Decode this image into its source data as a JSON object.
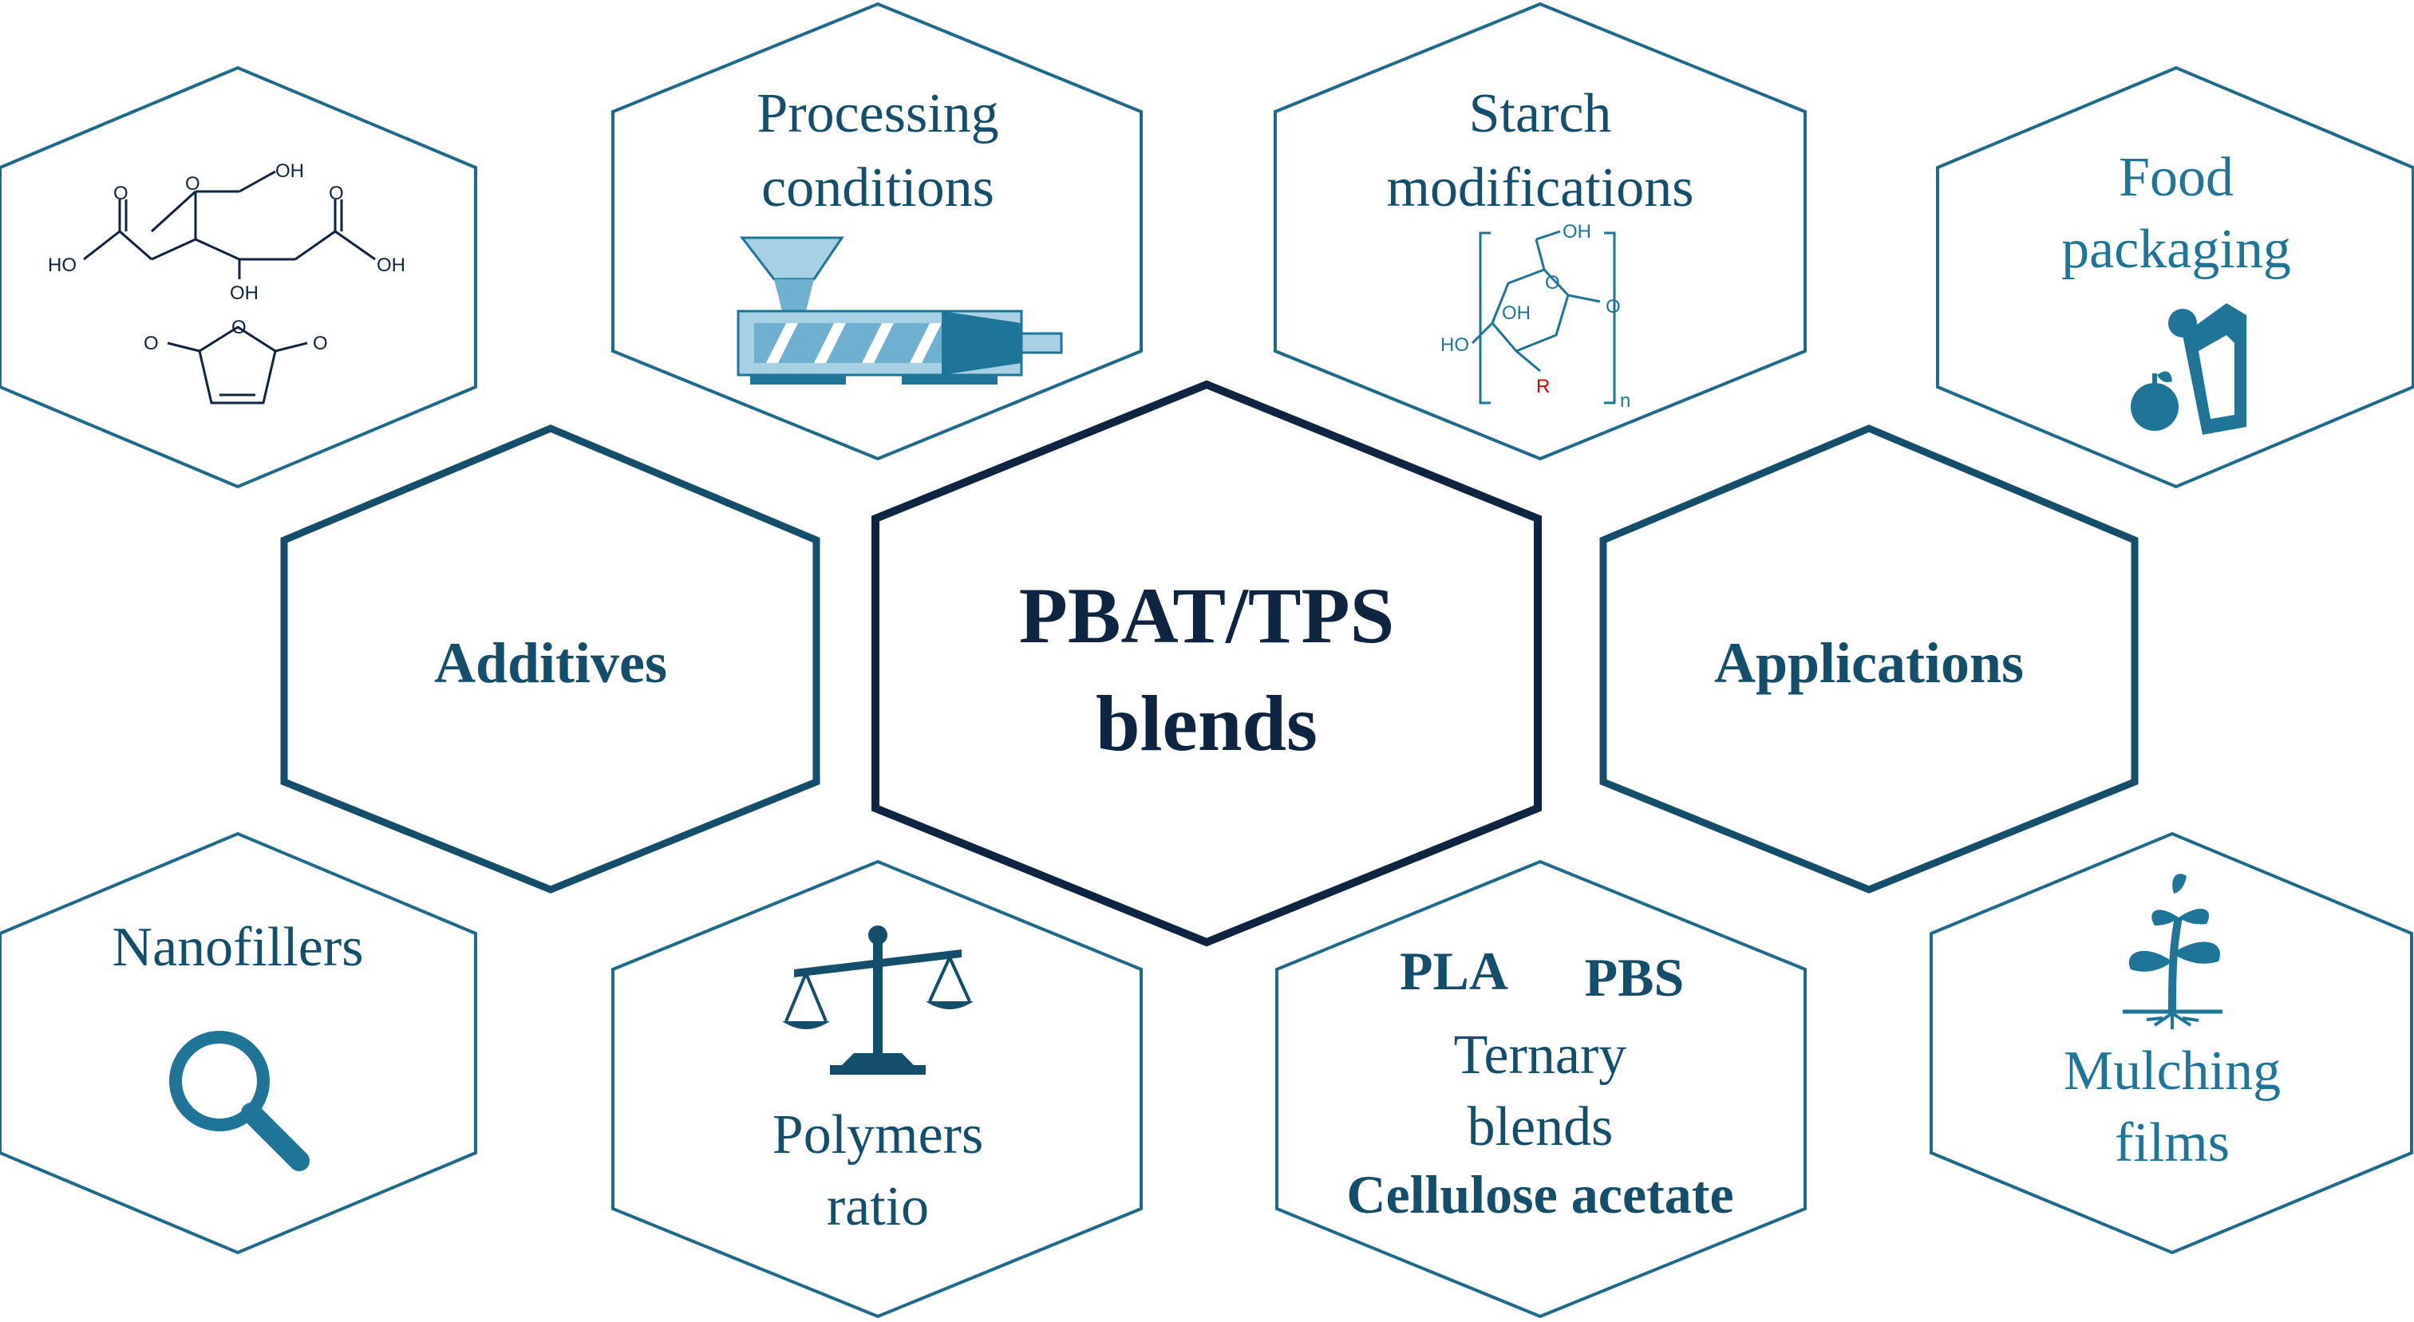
{
  "center": {
    "line1": "PBAT/TPS",
    "line2": "blends"
  },
  "hubs": {
    "left": "Additives",
    "right": "Applications"
  },
  "topics": {
    "processing": {
      "line1": "Processing",
      "line2": "conditions"
    },
    "starch": {
      "line1": "Starch",
      "line2": "modifications"
    },
    "food": {
      "line1": "Food",
      "line2": "packaging"
    },
    "nanofillers": {
      "line1": "Nanofillers"
    },
    "polymers": {
      "line1": "Polymers",
      "line2": "ratio"
    },
    "ternary": {
      "pla": "PLA",
      "pbs": "PBS",
      "line1": "Ternary",
      "line2": "blends",
      "line3": "Cellulose acetate"
    },
    "mulching": {
      "line1": "Mulching",
      "line2": "films"
    }
  },
  "chem_labels": {
    "citric": {
      "oh_top": "OH",
      "oh_left": "HO",
      "oh_right": "OH",
      "oh_mid": "OH",
      "o1": "O",
      "o2": "O",
      "o3": "O"
    },
    "maleic": {
      "o_ring": "O",
      "o_left": "O",
      "o_right": "O"
    },
    "starch": {
      "oh_top": "OH",
      "oh_mid": "OH",
      "ho_left": "HO",
      "o_ring": "O",
      "o_link": "O",
      "r": "R",
      "n": "n"
    }
  },
  "icons": {
    "extruder": "extruder-icon",
    "glucose": "starch-monomer-icon",
    "food_bag": "food-bag-apple-icon",
    "magnifier": "magnifier-icon",
    "balance": "balance-scale-icon",
    "plant": "seedling-icon"
  },
  "colors": {
    "outer_hex": "#1f6a8a",
    "hub_hex": "#144e6b",
    "core_hex": "#0f2440",
    "application_text": "#1e7598",
    "highlight_r": "#d40000"
  }
}
